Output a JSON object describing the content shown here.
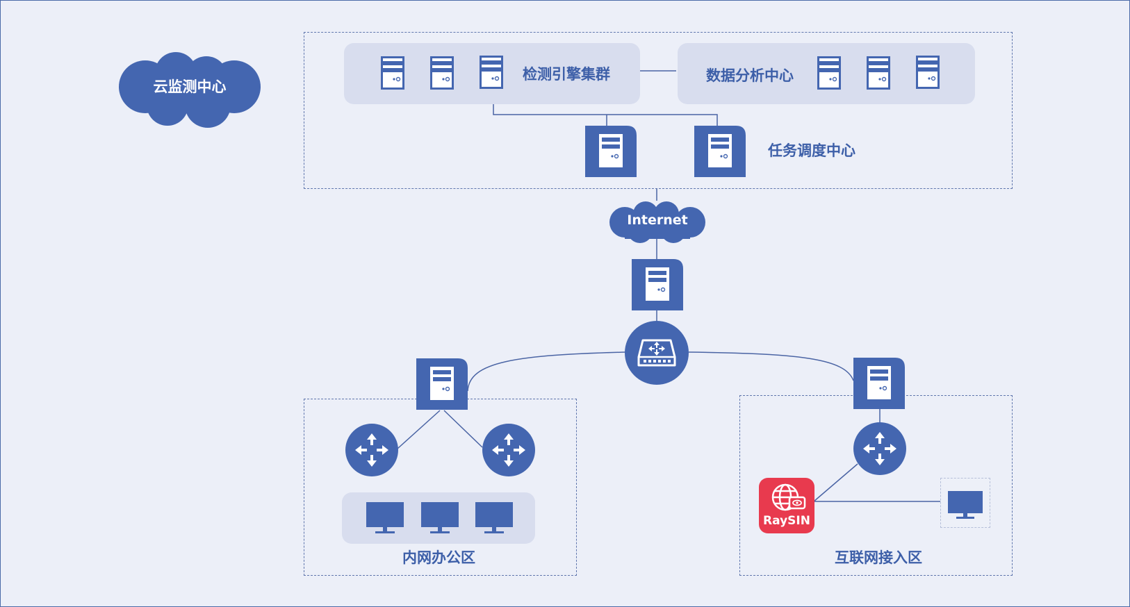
{
  "colors": {
    "node": "#4466b0",
    "line": "#4a64a4",
    "background": "#eceff8",
    "panel": "#d8ddee",
    "label": "#3d5fa8",
    "raysin": "#e83a4e"
  },
  "cloud_center": {
    "label": "云监测中心"
  },
  "detection_cluster": {
    "label": "检测引擎集群"
  },
  "data_center": {
    "label": "数据分析中心"
  },
  "dispatch_center": {
    "label": "任务调度中心"
  },
  "internet": {
    "label": "Internet"
  },
  "intranet_zone": {
    "label": "内网办公区"
  },
  "internet_zone": {
    "label": "互联网接入区"
  },
  "raysin": {
    "label": "RaySIN"
  }
}
